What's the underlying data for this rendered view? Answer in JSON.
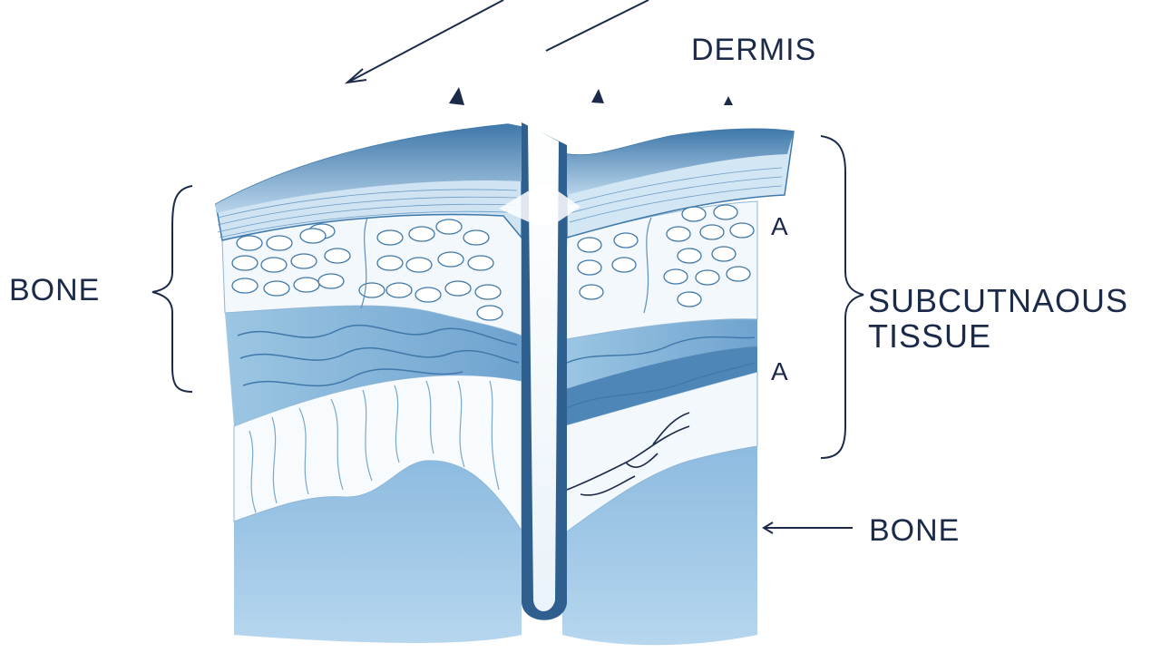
{
  "labels": {
    "dermis": "DERMIS",
    "bone_left": "BONE",
    "subcutaneous_line1": "SUBCUTNAOUS",
    "subcutaneous_line2": "TISSUE",
    "bone_right": "BONE",
    "marker_a_upper": "A",
    "marker_a_lower": "A"
  },
  "colors": {
    "ink": "#1c2a4a",
    "epidermis_dark": "#3f78aa",
    "epidermis_light": "#b8d4ea",
    "fiber_band": "#8fbbdc",
    "bone_fill": "#a6cbe8",
    "cell_fill": "#eef5fb",
    "background": "#ffffff"
  }
}
